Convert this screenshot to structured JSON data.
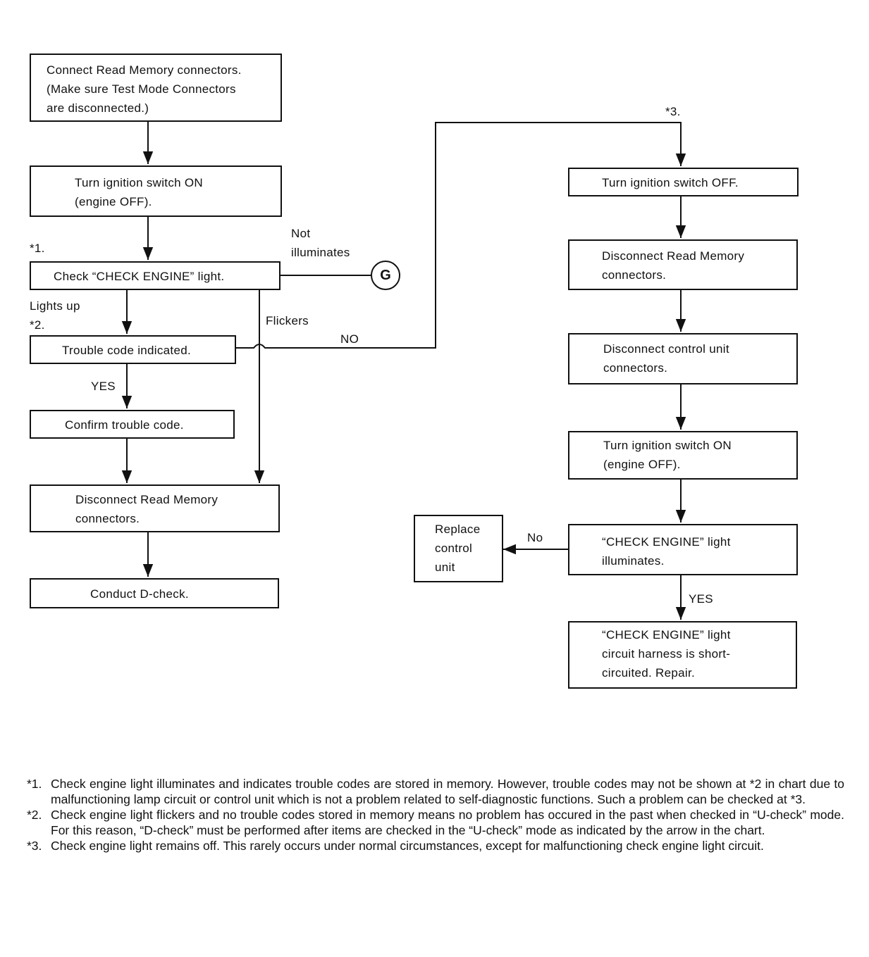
{
  "boxes": {
    "read_memory": "Connect Read Memory connectors.\n(Make sure Test Mode Connectors\nare disconnected.)",
    "ign_on_left": "Turn ignition switch ON\n(engine OFF).",
    "check_light": "Check “CHECK ENGINE” light.",
    "trouble_code": "Trouble code indicated.",
    "confirm_code": "Confirm trouble code.",
    "disconnect_left": "Disconnect Read Memory\nconnectors.",
    "d_check": "Conduct D-check.",
    "ign_off": "Turn ignition switch OFF.",
    "disconnect_right": "Disconnect Read Memory\nconnectors.",
    "disconnect_control": "Disconnect control unit\nconnectors.",
    "ign_on_right": "Turn ignition switch ON\n(engine OFF).",
    "light_illuminates": "“CHECK ENGINE” light\nilluminates.",
    "harness_short": "“CHECK ENGINE” light\ncircuit harness is short-\ncircuited. Repair.",
    "replace_unit": "Replace\ncontrol\nunit"
  },
  "labels": {
    "star1": "*1.",
    "star2": "*2.",
    "star3": "*3.",
    "not_illuminates": "Not\nilluminates",
    "lights_up": "Lights up",
    "flickers": "Flickers",
    "no_upper": "NO",
    "yes_left": "YES",
    "no_lower": "No",
    "yes_right": "YES"
  },
  "connector": "G",
  "notes": [
    {
      "num": "*1.",
      "text": "Check engine light illuminates and indicates trouble codes are stored in memory. However, trouble codes may not be shown at *2 in chart due to malfunctioning lamp circuit or control unit which is not a problem related to self-diagnostic functions. Such a problem can be checked at *3."
    },
    {
      "num": "*2.",
      "text": "Check engine light flickers and no trouble codes stored in memory means no problem has occured in the past when checked in “U-check” mode. For this reason, “D-check” must be performed after items are checked in the “U-check” mode as indicated by the arrow in the chart."
    },
    {
      "num": "*3.",
      "text": "Check engine light remains off. This rarely occurs under normal circumstances, except for malfunctioning check engine light circuit."
    }
  ]
}
